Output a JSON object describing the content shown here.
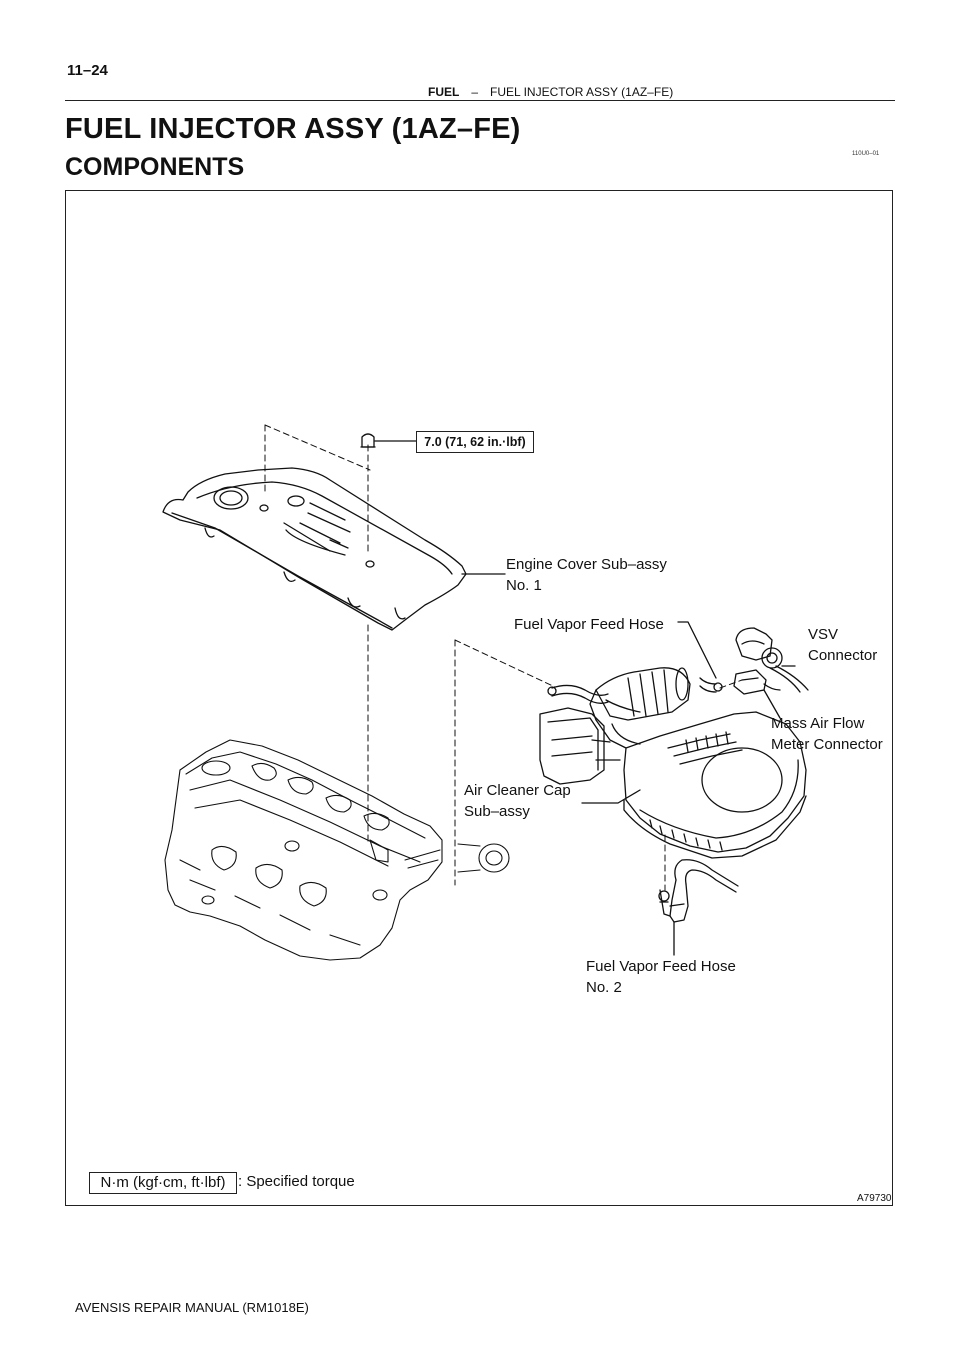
{
  "page": {
    "number": "11–24",
    "section": "FUEL",
    "dash": "–",
    "header_title": "FUEL INJECTOR ASSY (1AZ–FE)",
    "title": "FUEL INJECTOR ASSY (1AZ–FE)",
    "subtitle": "COMPONENTS",
    "doc_code": "110U0–01",
    "footer": "AVENSIS REPAIR MANUAL   (RM1018E)"
  },
  "figure": {
    "id": "A79730",
    "torque_spec": "7.0 (71, 62 in.·lbf)",
    "labels": {
      "engine_cover": [
        "Engine Cover Sub–assy",
        "No. 1"
      ],
      "fuel_vapor_hose": [
        "Fuel Vapor Feed Hose"
      ],
      "vsv": [
        "VSV",
        "Connector"
      ],
      "maf": [
        "Mass Air Flow",
        "Meter Connector"
      ],
      "air_cleaner": [
        "Air Cleaner Cap",
        "Sub–assy"
      ],
      "fuel_vapor_hose_2": [
        "Fuel Vapor Feed Hose",
        "No. 2"
      ]
    },
    "legend": {
      "units": "N·m (kgf·cm, ft·lbf)",
      "text": ": Specified torque"
    }
  }
}
